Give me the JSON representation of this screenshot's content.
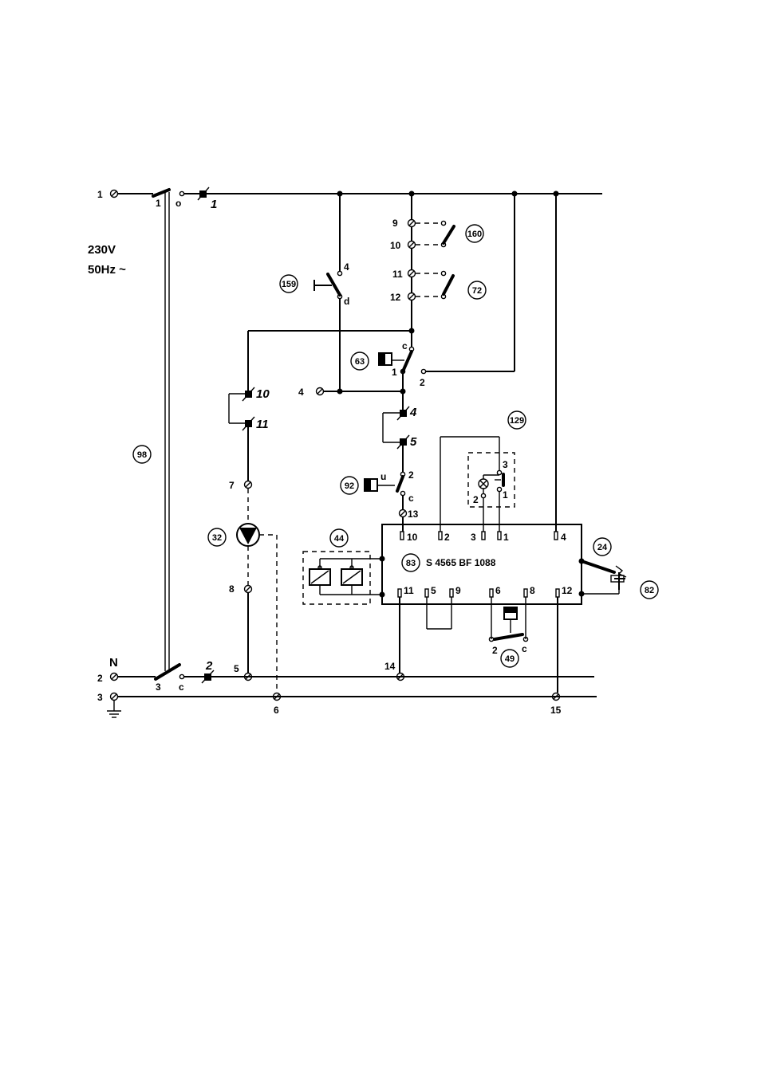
{
  "supply": {
    "voltage": "230V",
    "frequency": "50Hz ~",
    "neutral": "N"
  },
  "terminals": {
    "t1": "1",
    "t2": "2",
    "t3": "3",
    "t4": "4",
    "t5": "5",
    "t6": "6",
    "t7": "7",
    "t8": "8",
    "t9": "9",
    "t10": "10",
    "t11": "11",
    "t12": "12",
    "t13": "13",
    "t14": "14",
    "t15": "15"
  },
  "main_switch": {
    "top_pole": "1",
    "top_off": "o",
    "bottom_pole": "3",
    "bottom_c": "c"
  },
  "fuses": {
    "f1": "1",
    "f2": "2",
    "f4": "4",
    "f5": "5",
    "f10": "10",
    "f11": "11"
  },
  "switch_contacts": {
    "s159_a": "4",
    "s159_b": "d",
    "s63_c": "c",
    "s63_1": "1",
    "s63_2": "2",
    "s92_u": "u",
    "s92_2": "2",
    "s92_c": "c",
    "s129_3": "3",
    "s129_2": "2",
    "s129_1": "1",
    "s49_2": "2",
    "s49_c": "c"
  },
  "controller": {
    "model": "S 4565 BF 1088",
    "pins_top": [
      "10",
      "2",
      "3",
      "1",
      "4"
    ],
    "pins_bottom": [
      "11",
      "5",
      "9",
      "6",
      "8",
      "12"
    ]
  },
  "components": [
    "160",
    "72",
    "159",
    "63",
    "98",
    "129",
    "92",
    "32",
    "44",
    "83",
    "24",
    "82",
    "49"
  ]
}
